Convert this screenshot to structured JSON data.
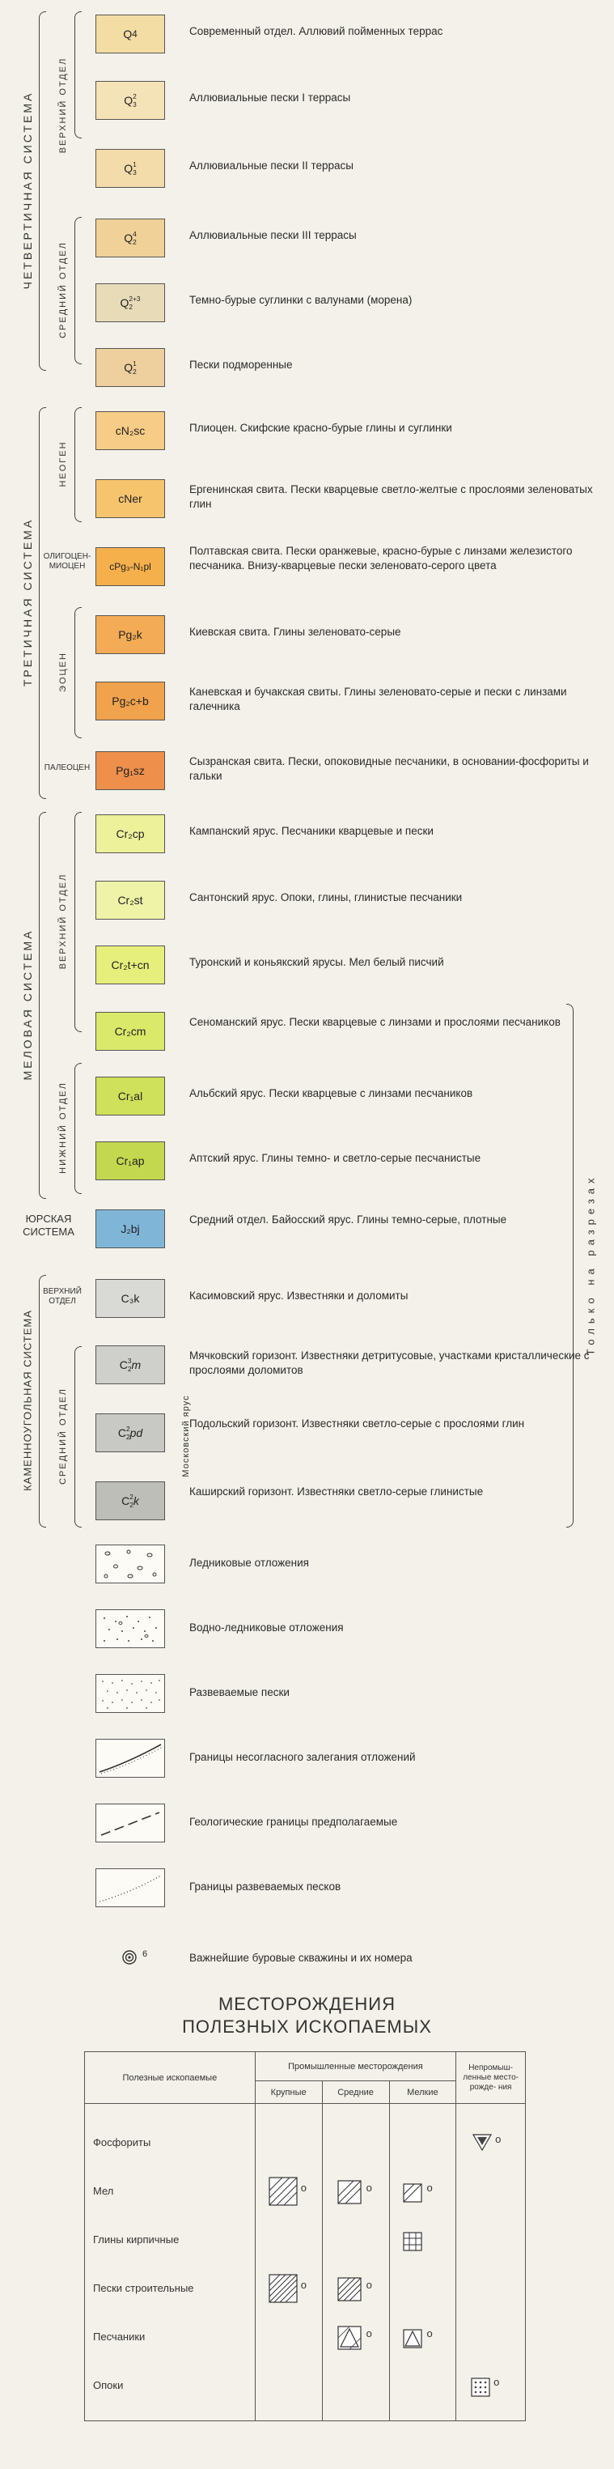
{
  "units": {
    "q4": {
      "code": "Q",
      "sub": "4",
      "sup": "",
      "desc": "Современный отдел. Аллювий пойменных террас",
      "color": "#f3dda4"
    },
    "q3_2": {
      "code": "Q",
      "sub": "3",
      "sup": "2",
      "desc": "Аллювиальные пески I террасы",
      "color": "#f5e3b8"
    },
    "q3_1": {
      "code": "Q",
      "sub": "3",
      "sup": "1",
      "desc": "Аллювиальные пески II террасы",
      "color": "#f3dbaa"
    },
    "q2_4": {
      "code": "Q",
      "sub": "2",
      "sup": "4",
      "desc": "Аллювиальные пески III террасы",
      "color": "#f0d197"
    },
    "q2_23": {
      "code": "Q",
      "sub": "2",
      "sup": "2+3",
      "desc": "Темно-бурые суглинки с валунами (морена)",
      "color": "#e8dcb8"
    },
    "q2_1": {
      "code": "Q",
      "sub": "2",
      "sup": "1",
      "desc": "Пески подморенные",
      "color": "#eecf9e"
    },
    "n2sc": {
      "code": "cN₂sc",
      "desc": "Плиоцен. Скифские красно-бурые глины и суглинки",
      "color": "#f6cc86"
    },
    "ner": {
      "code": "cNer",
      "desc": "Ергенинская свита. Пески кварцевые светло-желтые с прослоями зеленоватых глин",
      "color": "#f7c46e"
    },
    "pg3n1": {
      "code": "cPg₃-N₁pl",
      "desc": "Полтавская свита. Пески оранжевые, красно-бурые с линзами железистого песчаника. Внизу-кварцевые пески зеленовато-серого цвета",
      "color": "#f5b04c"
    },
    "pg2k": {
      "code": "Pg₂k",
      "desc": "Киевская свита. Глины зеленовато-серые",
      "color": "#f3ab55"
    },
    "pg2cb": {
      "code": "Pg₂c+b",
      "desc": "Каневская и бучакская свиты. Глины зеленовато-серые и пески с линзами галечника",
      "color": "#f0a24c"
    },
    "pg1sz": {
      "code": "Pg₁sz",
      "desc": "Сызранская свита. Пески, опоковидные песчаники, в основании-фосфориты и гальки",
      "color": "#ee8f4c"
    },
    "cr2cp": {
      "code": "Cr₂cp",
      "desc": "Кампанский ярус. Песчаники кварцевые и пески",
      "color": "#ecf19a"
    },
    "cr2st": {
      "code": "Cr₂st",
      "desc": "Сантонский ярус. Опоки, глины, глинистые песчаники",
      "color": "#eef3a8"
    },
    "cr2tcn": {
      "code": "Cr₂t+cn",
      "desc": "Туронский и коньякский ярусы. Мел белый писчий",
      "color": "#e6ef7c"
    },
    "cr2cm": {
      "code": "Cr₂cm",
      "desc": "Сеноманский ярус. Пески кварцевые с линзами и прослоями песчаников",
      "color": "#dbe96a"
    },
    "cr1al": {
      "code": "Cr₁al",
      "desc": "Альбский ярус. Пески кварцевые с линзами песчаников",
      "color": "#cfe05a"
    },
    "cr1ap": {
      "code": "Cr₁ap",
      "desc": "Аптский ярус. Глины темно- и светло-серые песчанистые",
      "color": "#c3d84e"
    },
    "j2bj": {
      "code": "J₂bj",
      "desc": "Средний отдел. Байосский ярус. Глины темно-серые, плотные",
      "color": "#7fb6d8"
    },
    "c3k": {
      "code": "C₃k",
      "desc": "Касимовский ярус. Известняки и доломиты",
      "color": "#d9d9d6"
    },
    "c2m": {
      "code": "C",
      "sub": "2",
      "sup": "3",
      "tail": "m",
      "desc": "Мячковский горизонт. Известняки детритусовые, участками кристаллические с прослоями доломитов",
      "color": "#cfcfcc"
    },
    "c2pd": {
      "code": "C",
      "sub": "2",
      "sup": "2",
      "tail": "pd",
      "desc": "Подольский горизонт. Известняки светло-серые с прослоями глин",
      "color": "#c8c8c4"
    },
    "c2k": {
      "code": "C",
      "sub": "2",
      "sup": "2",
      "tail": "k",
      "desc": "Каширский горизонт. Известняки светло-серые глинистые",
      "color": "#bebeb9"
    }
  },
  "labels": {
    "quaternary": "ЧЕТВЕРТИЧНАЯ СИСТЕМА",
    "upper": "ВЕРХНИЙ ОТДЕЛ",
    "middle": "СРЕДНИЙ ОТДЕЛ",
    "tertiary": "ТРЕТИЧНАЯ СИСТЕМА",
    "neogene": "НЕОГЕН",
    "oligo": "ОЛИГОЦЕН-МИОЦЕН",
    "eocene": "ЭОЦЕН",
    "paleocene": "ПАЛЕОЦЕН",
    "cretaceous": "МЕЛОВАЯ СИСТЕМА",
    "cr_upper": "ВЕРХНИЙ ОТДЕЛ",
    "cr_lower": "НИЖНИЙ ОТДЕЛ",
    "jurassic": "ЮРСКАЯ СИСТЕМА",
    "carboniferous": "КАМЕННОУГОЛЬНАЯ СИСТЕМА",
    "c_upper": "ВЕРХНИЙ ОТДЕЛ",
    "c_middle": "СРЕДНИЙ ОТДЕЛ",
    "moscow": "Московский ярус",
    "only_sections": "Только на разрезах"
  },
  "signs": {
    "glacial": "Ледниковые отложения",
    "fluvioglacial": "Водно-ледниковые отложения",
    "blown": "Развеваемые пески",
    "unconformity": "Границы несогласного залегания отложений",
    "assumed": "Геологические границы предполагаемые",
    "blown_bounds": "Границы развеваемых песков",
    "wells": "Важнейшие буровые скважины и их номера",
    "well_no": "6"
  },
  "deposits": {
    "title1": "МЕСТОРОЖДЕНИЯ",
    "title2": "ПОЛЕЗНЫХ ИСКОПАЕМЫХ",
    "h_mineral": "Полезные ископаемые",
    "h_industrial": "Промышленные месторождения",
    "h_large": "Крупные",
    "h_medium": "Средние",
    "h_small": "Мелкие",
    "h_nonind": "Непромыш- ленные место- рожде- ния",
    "mark": "о",
    "rows": [
      "Фосфориты",
      "Мел",
      "Глины кирпичные",
      "Пески строительные",
      "Песчаники",
      "Опоки"
    ]
  }
}
